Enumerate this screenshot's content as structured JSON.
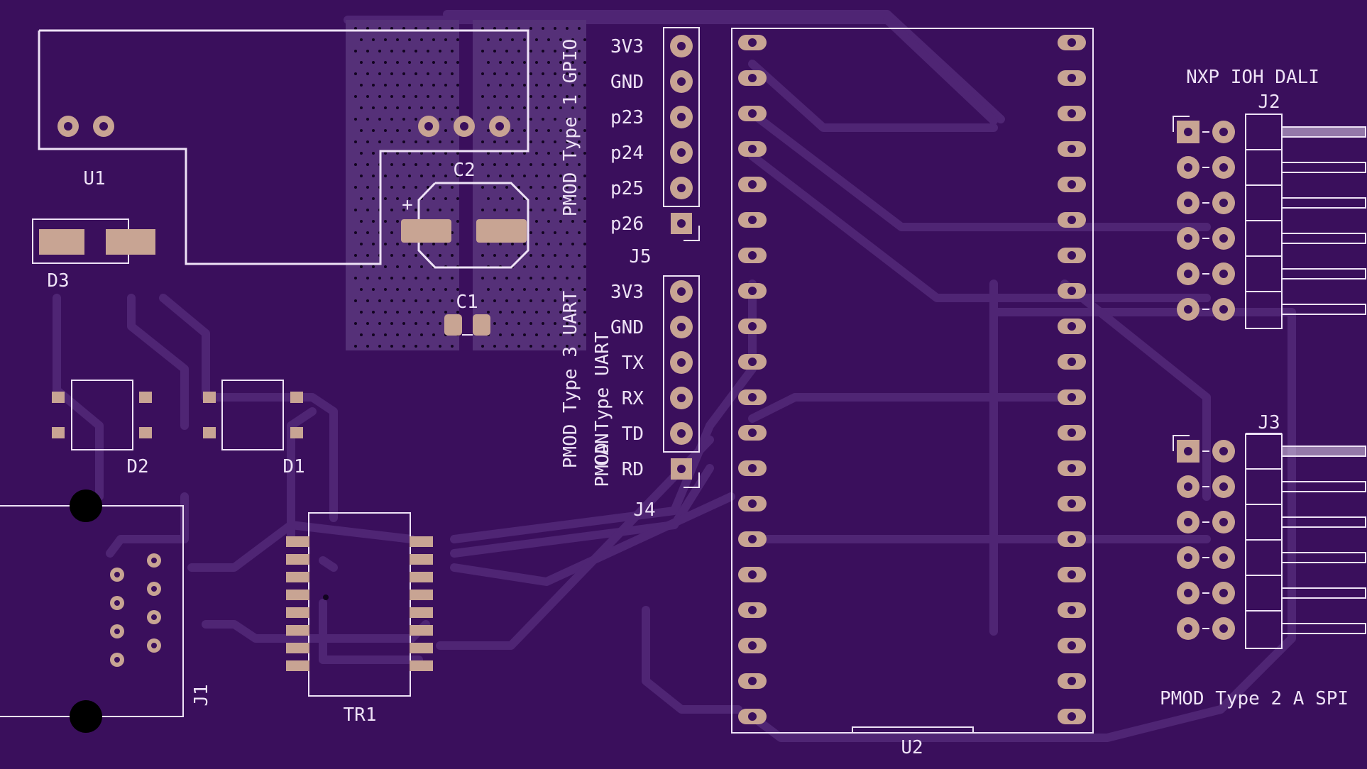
{
  "colors": {
    "board": "#3a0f5c",
    "trace": "#4f2574",
    "silk": "#eee2f6",
    "pad": "#c8a493",
    "zone": "#553078"
  },
  "refs": {
    "u1": "U1",
    "u2": "U2",
    "c1": "C1",
    "c2": "C2",
    "d1": "D1",
    "d2": "D2",
    "d3": "D3",
    "j1": "J1",
    "j2": "J2",
    "j3": "J3",
    "j4": "J4",
    "j5": "J5",
    "tr1": "TR1"
  },
  "headings": {
    "gpio": "PMOD Type 1 GPIO",
    "uart": "PMOD Type 3 UART",
    "can_uart_1": "PMOD Type  UART",
    "can_uart_2": "CAN",
    "dali": "NXP IOH DALI",
    "spi": "PMOD Type 2 A SPI"
  },
  "j5_pins": [
    "3V3",
    "GND",
    "p23",
    "p24",
    "p25",
    "p26"
  ],
  "j4_pins": [
    "3V3",
    "GND",
    "TX",
    "RX",
    "TD",
    "RD"
  ],
  "c2_polarity": "+"
}
